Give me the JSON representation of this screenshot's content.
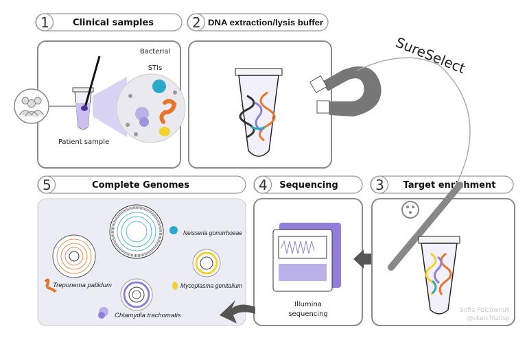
{
  "steps": [
    {
      "number": "1",
      "title": "Clinical samples"
    },
    {
      "number": "2",
      "title": "DNA extraction/lysis buffer"
    },
    {
      "number": "3",
      "title": "Target enrichment"
    },
    {
      "number": "4",
      "title": "Sequencing"
    },
    {
      "number": "5",
      "title": "Complete Genomes"
    }
  ],
  "panel1": {
    "bacterial": "Bacterial",
    "stis": "STIs",
    "patient_sample": "Patient sample"
  },
  "panel4": {
    "line1": "Illumina",
    "line2": "sequencing"
  },
  "sureselect": "SureSelect",
  "genomes": [
    {
      "name": "Neisseria gonorrhoeae",
      "color": "#2aa9c9"
    },
    {
      "name": "Treponema pallidum",
      "color": "#e8762a"
    },
    {
      "name": "Mycoplasma genitalium",
      "color": "#f2d22e"
    },
    {
      "name": "Chlamydia trachomatis",
      "color": "#8f7fd8"
    }
  ],
  "watermark": {
    "author": "Sofia Polcownuk",
    "handle": "@sketchlabsp"
  },
  "colors": {
    "panel5_bg": "#ececf4",
    "arrow": "#555555",
    "magnet": "#777777"
  }
}
